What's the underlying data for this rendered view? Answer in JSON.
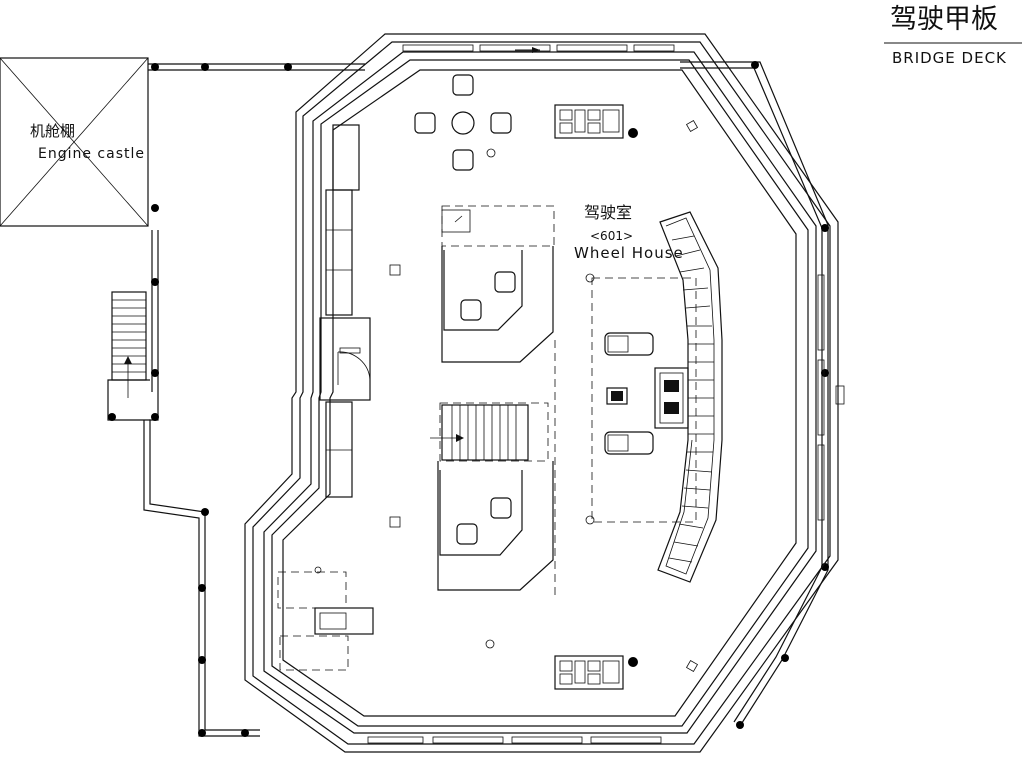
{
  "title": {
    "chinese": "驾驶甲板",
    "english": "BRIDGE DECK"
  },
  "engine_castle": {
    "chinese": "机舱棚",
    "english": "Engine castle"
  },
  "wheel_house": {
    "chinese": "驾驶室",
    "code": "<601>",
    "english": "Wheel House"
  }
}
